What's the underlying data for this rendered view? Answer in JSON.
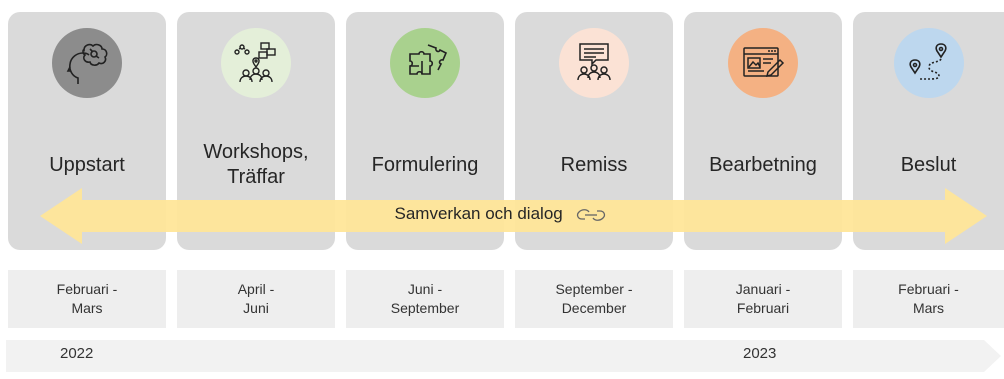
{
  "phases": [
    {
      "label": "Uppstart",
      "icon": "thinking-head-icon",
      "color": "#8c8c8c"
    },
    {
      "label": "Workshops,\nTräffar",
      "icon": "network-people-icon",
      "color": "#e4efd9"
    },
    {
      "label": "Formulering",
      "icon": "puzzle-icon",
      "color": "#a9d18e"
    },
    {
      "label": "Remiss",
      "icon": "feedback-group-icon",
      "color": "#fbe2d5"
    },
    {
      "label": "Bearbetning",
      "icon": "browser-edit-icon",
      "color": "#f4b183"
    },
    {
      "label": "Beslut",
      "icon": "route-map-icon",
      "color": "#bdd7ee"
    }
  ],
  "arrow": {
    "label": "Samverkan och dialog",
    "icon": "chain-link-icon",
    "color": "#ffe699"
  },
  "dates": [
    "Februari -\nMars",
    "April -\nJuni",
    "Juni -\nSeptember",
    "September -\nDecember",
    "Januari -\nFebruari",
    "Februari -\nMars"
  ],
  "years": [
    "2022",
    "2023"
  ]
}
